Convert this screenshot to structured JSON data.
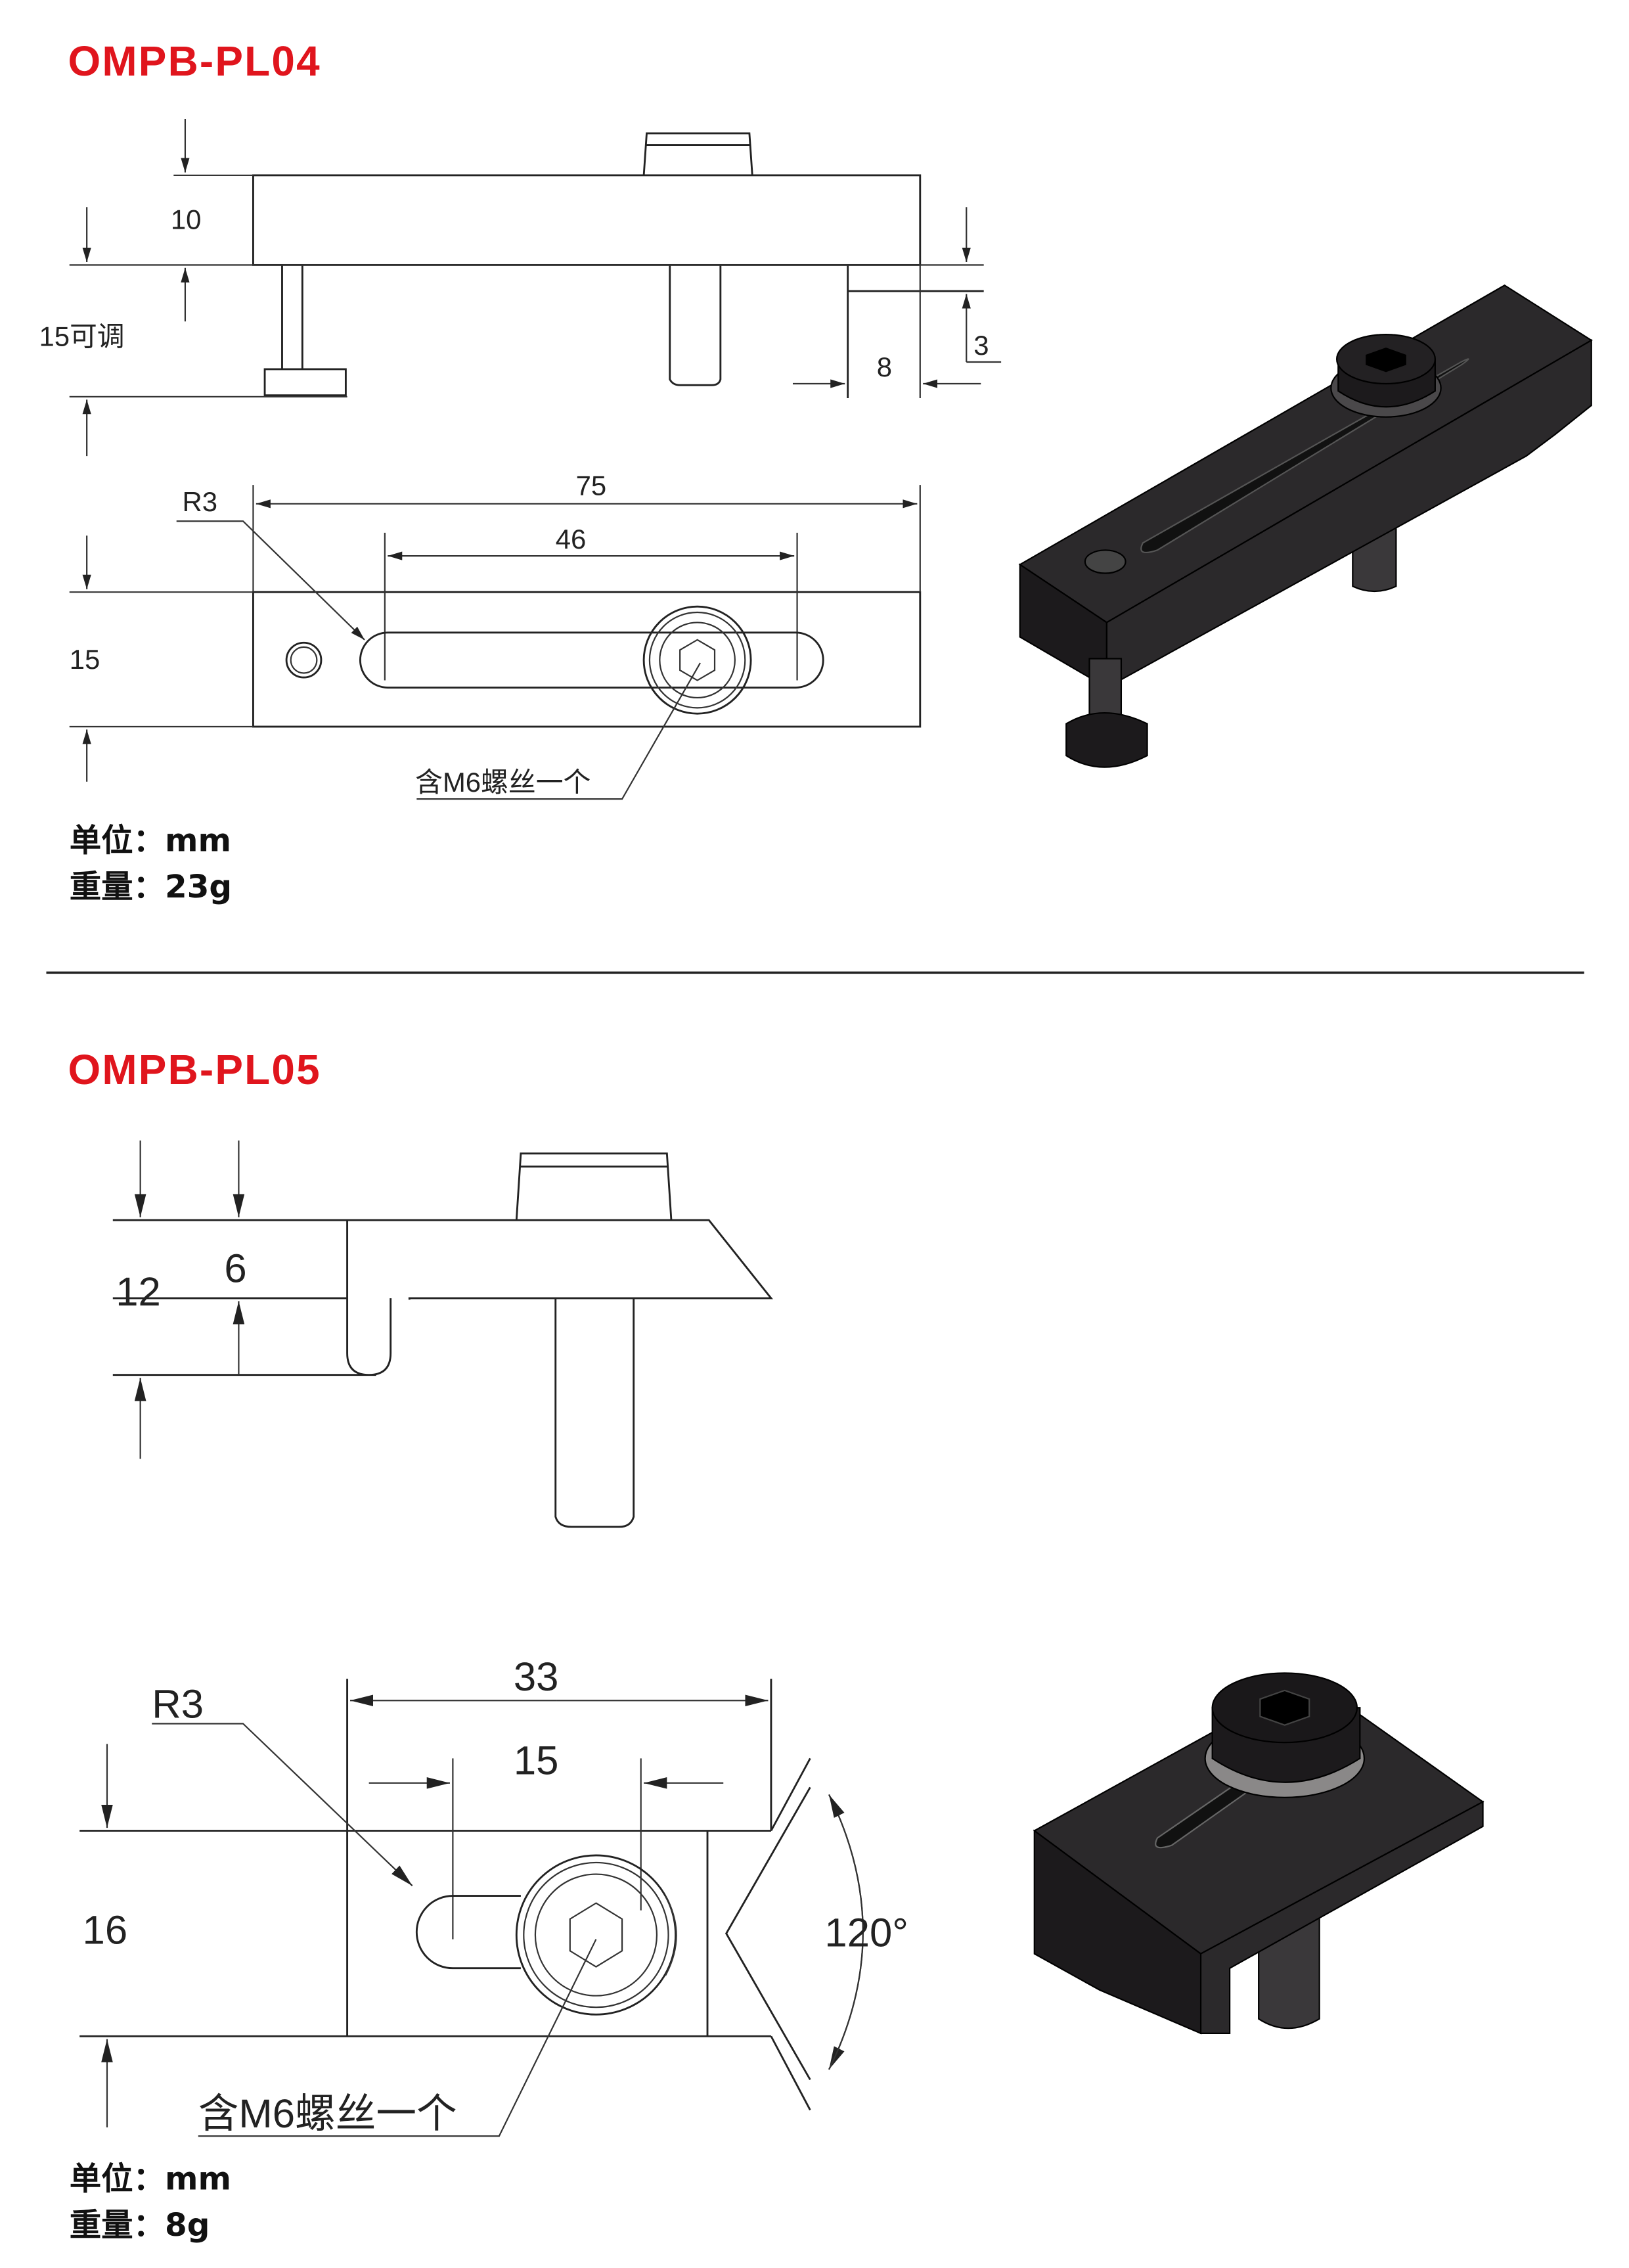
{
  "sections": [
    {
      "title": "OMPB-PL04",
      "dims": {
        "height": "10",
        "adjust": "15可调",
        "step_h": "3",
        "step_w": "8",
        "length": "75",
        "slot": "46",
        "width": "15",
        "radius": "R3"
      },
      "note": "含M6螺丝一个",
      "unit": "单位：mm",
      "weight": "重量：23g"
    },
    {
      "title": "OMPB-PL05",
      "dims": {
        "height": "12",
        "step": "6",
        "length": "33",
        "slot": "15",
        "width": "16",
        "radius": "R3",
        "angle": "120°"
      },
      "note": "含M6螺丝一个",
      "unit": "单位：mm",
      "weight": "重量：8g"
    }
  ],
  "colors": {
    "title": "#e0151d",
    "line": "#222222",
    "part": "#1c1a1c"
  }
}
